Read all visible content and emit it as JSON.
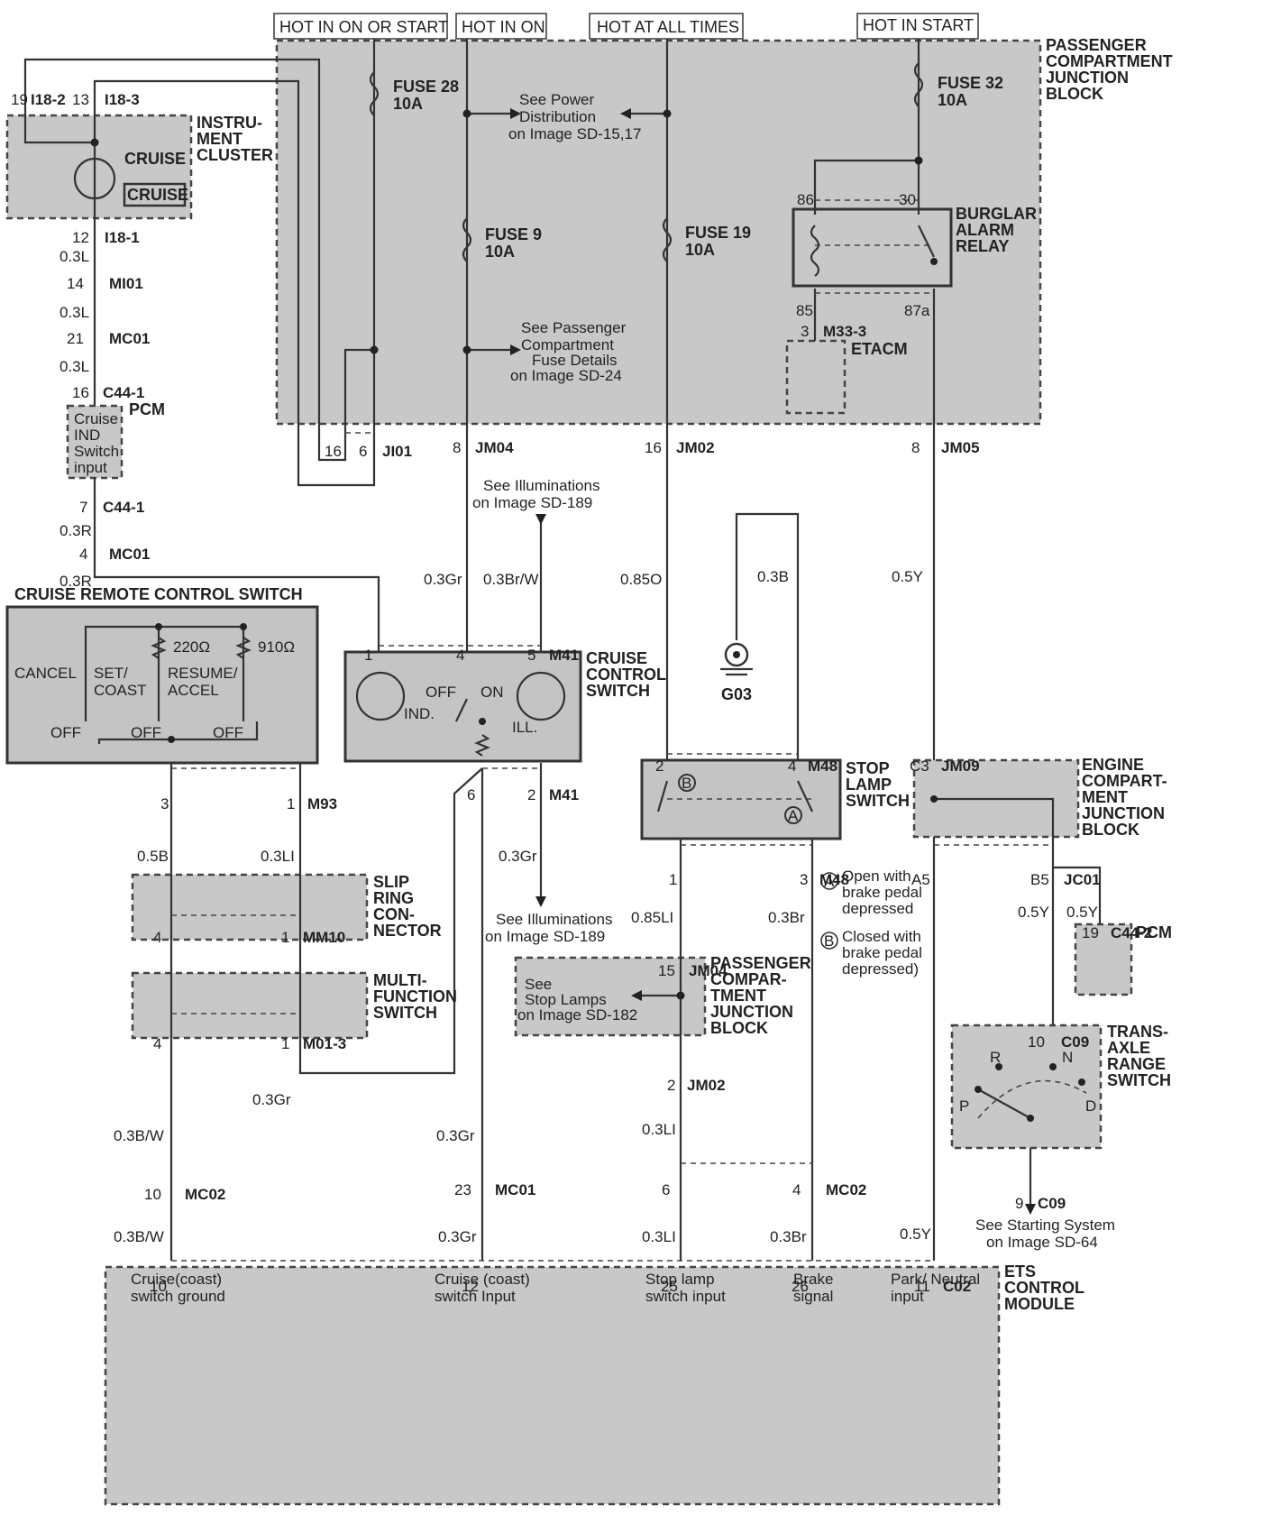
{
  "headers": [
    "HOT IN ON OR START",
    "HOT IN ON",
    "HOT AT ALL TIMES",
    "HOT IN START"
  ],
  "components": {
    "pcjb_top": [
      "PASSENGER",
      "COMPARTMENT",
      "JUNCTION",
      "BLOCK"
    ],
    "instrument_cluster": [
      "INSTRU-",
      "MENT",
      "CLUSTER"
    ],
    "cruise_lamp": "CRUISE",
    "cruise_indicator": "CRUISE",
    "fuse28": [
      "FUSE 28",
      "10A"
    ],
    "fuse9": [
      "FUSE 9",
      "10A"
    ],
    "fuse19": [
      "FUSE 19",
      "10A"
    ],
    "fuse32": [
      "FUSE 32",
      "10A"
    ],
    "burglar_relay": [
      "BURGLAR",
      "ALARM",
      "RELAY"
    ],
    "etacm": "ETACM",
    "pcm": "PCM",
    "pcm_input": [
      "Cruise",
      "IND",
      "Switch",
      "input"
    ],
    "cruise_remote": "CRUISE REMOTE CONTROL SWITCH",
    "remote_labels": [
      "CANCEL",
      "SET/",
      "COAST",
      "RESUME/",
      "ACCEL",
      "OFF",
      "OFF",
      "OFF",
      "220Ω",
      "910Ω"
    ],
    "cruise_control_switch": [
      "CRUISE",
      "CONTROL",
      "SWITCH"
    ],
    "ccs_labels": [
      "OFF",
      "ON",
      "IND.",
      "ILL."
    ],
    "stop_lamp_switch": [
      "STOP",
      "LAMP",
      "SWITCH"
    ],
    "ground": "G03",
    "engine_jb": [
      "ENGINE",
      "COMPART-",
      "MENT",
      "JUNCTION",
      "BLOCK"
    ],
    "pcm2": "PCM",
    "slip_ring": [
      "SLIP",
      "RING",
      "CON-",
      "NECTOR"
    ],
    "multi_function": [
      "MULTI-",
      "FUNCTION",
      "SWITCH"
    ],
    "pcjb_bottom": [
      "PASSENGER",
      "COMPAR-",
      "TMENT",
      "JUNCTION",
      "BLOCK"
    ],
    "trans_range": [
      "TRANS-",
      "AXLE",
      "RANGE",
      "SWITCH"
    ],
    "prnd": [
      "R",
      "N",
      "P",
      "D"
    ],
    "ets": [
      "ETS",
      "CONTROL",
      "MODULE"
    ],
    "ets_inputs": [
      [
        "Cruise(coast)",
        "switch ground"
      ],
      [
        "Cruise (coast)",
        "switch Input"
      ],
      [
        "Stop lamp",
        "switch input"
      ],
      [
        "Brake",
        "signal"
      ],
      [
        "Park/ Neutral",
        "input"
      ]
    ]
  },
  "references": {
    "power_dist": [
      "See Power",
      "Distribution",
      "on Image SD-15,17"
    ],
    "pcjb_fuse": [
      "See Passenger",
      "Compartment",
      "Fuse Details",
      "on Image SD-24"
    ],
    "illum_top": [
      "See Illuminations",
      "on Image SD-189"
    ],
    "illum_bottom": [
      "See Illuminations",
      "on Image SD-189"
    ],
    "stop_lamps": [
      "See",
      "Stop Lamps",
      "on Image SD-182"
    ],
    "starting": [
      "See Starting System",
      "on Image SD-64"
    ]
  },
  "notes": {
    "a": [
      "Open with",
      "brake pedal",
      "depressed"
    ],
    "b": [
      "Closed with",
      "brake pedal",
      "depressed)"
    ],
    "a_mark": "A",
    "b_mark": "B"
  },
  "connectors": [
    [
      "19",
      12,
      116,
      "lbl"
    ],
    [
      "I18-2",
      34,
      116,
      "b"
    ],
    [
      "13",
      80,
      116,
      "lbl"
    ],
    [
      "I18-3",
      116,
      116,
      "b"
    ],
    [
      "12",
      80,
      269,
      "lbl"
    ],
    [
      "I18-1",
      116,
      269,
      "b"
    ],
    [
      "0.3L",
      66,
      290,
      "lbl"
    ],
    [
      "14",
      74,
      320,
      "lbl"
    ],
    [
      "MI01",
      121,
      320,
      "b"
    ],
    [
      "0.3L",
      66,
      352,
      "lbl"
    ],
    [
      "21",
      74,
      381,
      "lbl"
    ],
    [
      "MC01",
      121,
      381,
      "b"
    ],
    [
      "0.3L",
      66,
      412,
      "lbl"
    ],
    [
      "16",
      80,
      441,
      "lbl"
    ],
    [
      "C44-1",
      114,
      441,
      "b"
    ],
    [
      "7",
      88,
      568,
      "lbl"
    ],
    [
      "C44-1",
      114,
      568,
      "b"
    ],
    [
      "0.3R",
      66,
      594,
      "lbl"
    ],
    [
      "4",
      88,
      620,
      "lbl"
    ],
    [
      "MC01",
      121,
      620,
      "b"
    ],
    [
      "0.3R",
      66,
      650,
      "lbl"
    ],
    [
      "16",
      360,
      506,
      "lbl"
    ],
    [
      "6",
      398,
      506,
      "lbl"
    ],
    [
      "JI01",
      424,
      506,
      "b"
    ],
    [
      "8",
      502,
      502,
      "lbl"
    ],
    [
      "JM04",
      527,
      502,
      "b"
    ],
    [
      "16",
      715,
      502,
      "lbl"
    ],
    [
      "JM02",
      750,
      502,
      "b"
    ],
    [
      "8",
      1011,
      502,
      "lbl"
    ],
    [
      "JM05",
      1044,
      502,
      "b"
    ],
    [
      "86",
      884,
      227,
      "lbl"
    ],
    [
      "30",
      997,
      227,
      "lbl"
    ],
    [
      "85",
      883,
      350,
      "lbl"
    ],
    [
      "87a",
      1003,
      350,
      "lbl"
    ],
    [
      "3",
      888,
      373,
      "lbl"
    ],
    [
      "M33-3",
      913,
      373,
      "b"
    ],
    [
      "0.3Gr",
      470,
      648,
      "lbl"
    ],
    [
      "0.3Br/W",
      536,
      648,
      "lbl"
    ],
    [
      "0.85O",
      688,
      648,
      "lbl"
    ],
    [
      "0.3B",
      840,
      645,
      "lbl"
    ],
    [
      "0.5Y",
      989,
      645,
      "lbl"
    ],
    [
      "1",
      404,
      732,
      "lbl"
    ],
    [
      "4",
      506,
      732,
      "lbl"
    ],
    [
      "5",
      585,
      732,
      "lbl"
    ],
    [
      "M41",
      609,
      732,
      "b"
    ],
    [
      "6",
      518,
      887,
      "lbl"
    ],
    [
      "2",
      585,
      887,
      "lbl"
    ],
    [
      "M41",
      609,
      887,
      "b"
    ],
    [
      "2",
      727,
      855,
      "lbl"
    ],
    [
      "4",
      874,
      855,
      "lbl"
    ],
    [
      "M48",
      896,
      855,
      "b"
    ],
    [
      "1",
      742,
      981,
      "lbl"
    ],
    [
      "3",
      887,
      981,
      "lbl"
    ],
    [
      "M48",
      909,
      981,
      "b"
    ],
    [
      "C3",
      1009,
      855,
      "lbl"
    ],
    [
      "JM09",
      1044,
      855,
      "b"
    ],
    [
      "A5",
      1011,
      981,
      "lbl"
    ],
    [
      "B5",
      1143,
      981,
      "lbl"
    ],
    [
      "JC01",
      1180,
      981,
      "b"
    ],
    [
      "0.5Y",
      1129,
      1017,
      "lbl"
    ],
    [
      "0.5Y",
      1183,
      1017,
      "lbl"
    ],
    [
      "19",
      1200,
      1040,
      "lbl"
    ],
    [
      "C44-2",
      1232,
      1040,
      "b"
    ],
    [
      "10",
      1140,
      1161,
      "lbl"
    ],
    [
      "C09",
      1177,
      1161,
      "b"
    ],
    [
      "9",
      1126,
      1340,
      "lbl"
    ],
    [
      "C09",
      1151,
      1340,
      "b"
    ],
    [
      "3",
      178,
      897,
      "lbl"
    ],
    [
      "1",
      318,
      897,
      "lbl"
    ],
    [
      "M93",
      341,
      897,
      "b"
    ],
    [
      "0.5B",
      152,
      955,
      "lbl"
    ],
    [
      "0.3LI",
      289,
      955,
      "lbl"
    ],
    [
      "0.3Gr",
      553,
      955,
      "lbl"
    ],
    [
      "0.85LI",
      700,
      1023,
      "lbl"
    ],
    [
      "0.3Br",
      852,
      1023,
      "lbl"
    ],
    [
      "4",
      170,
      1045,
      "lbl"
    ],
    [
      "1",
      312,
      1045,
      "lbl"
    ],
    [
      "MM10",
      336,
      1045,
      "b"
    ],
    [
      "4",
      170,
      1163,
      "lbl"
    ],
    [
      "1",
      312,
      1163,
      "lbl"
    ],
    [
      "M01-3",
      336,
      1163,
      "b"
    ],
    [
      "15",
      730,
      1082,
      "lbl"
    ],
    [
      "JM04",
      764,
      1082,
      "b"
    ],
    [
      "2",
      740,
      1209,
      "lbl"
    ],
    [
      "JM02",
      762,
      1209,
      "b"
    ],
    [
      "0.3Gr",
      280,
      1225,
      "lbl"
    ],
    [
      "0.3B/W",
      126,
      1265,
      "lbl"
    ],
    [
      "0.3Gr",
      484,
      1265,
      "lbl"
    ],
    [
      "0.3LI",
      712,
      1258,
      "lbl"
    ],
    [
      "10",
      160,
      1330,
      "lbl"
    ],
    [
      "MC02",
      205,
      1330,
      "b"
    ],
    [
      "23",
      504,
      1325,
      "lbl"
    ],
    [
      "MC01",
      549,
      1325,
      "b"
    ],
    [
      "6",
      734,
      1325,
      "lbl"
    ],
    [
      "4",
      879,
      1325,
      "lbl"
    ],
    [
      "MC02",
      916,
      1325,
      "b"
    ],
    [
      "0.3B/W",
      126,
      1377,
      "lbl"
    ],
    [
      "0.3Gr",
      486,
      1377,
      "lbl"
    ],
    [
      "0.3LI",
      712,
      1377,
      "lbl"
    ],
    [
      "0.3Br",
      854,
      1377,
      "lbl"
    ],
    [
      "0.5Y",
      998,
      1374,
      "lbl"
    ],
    [
      "10",
      166,
      1432,
      "lbl"
    ],
    [
      "12",
      512,
      1432,
      "lbl"
    ],
    [
      "25",
      733,
      1432,
      "lbl"
    ],
    [
      "26",
      878,
      1432,
      "lbl"
    ],
    [
      "11",
      1014,
      1432,
      "lbl"
    ],
    [
      "C02",
      1046,
      1432,
      "b"
    ]
  ]
}
